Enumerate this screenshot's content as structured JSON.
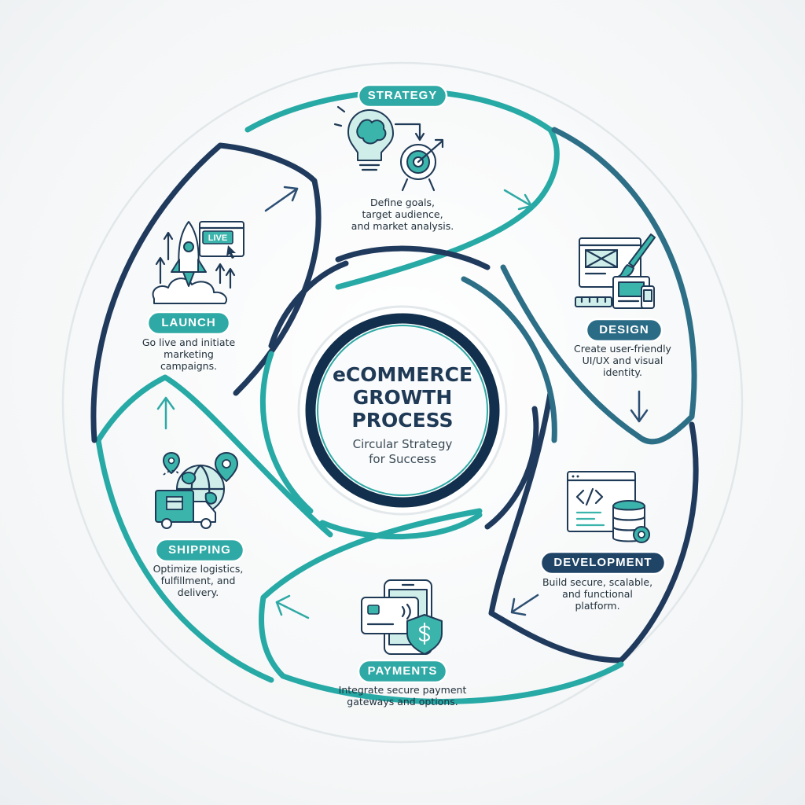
{
  "center": {
    "title_lines": [
      "eCOMMERCE",
      "GROWTH",
      "PROCESS"
    ],
    "subtitle_lines": [
      "Circular Strategy",
      "for Success"
    ]
  },
  "colors": {
    "teal": "#27a9a5",
    "navy": "#1f3a5c",
    "mid_blue": "#2c6f86",
    "badge_teal": "#2fa9a5",
    "badge_navy": "#1f4466"
  },
  "stages": [
    {
      "id": "strategy",
      "label": "STRATEGY",
      "description": [
        "Define goals,",
        "target audience,",
        "and market analysis."
      ],
      "icon": "lightbulb-target-icon",
      "badge_color": "#2fa9a5"
    },
    {
      "id": "design",
      "label": "DESIGN",
      "description": [
        "Create user-friendly",
        "UI/UX and visual",
        "identity."
      ],
      "icon": "design-devices-icon",
      "badge_color": "#2a6b85"
    },
    {
      "id": "development",
      "label": "DEVELOPMENT",
      "description": [
        "Build secure, scalable,",
        "and functional",
        "platform."
      ],
      "icon": "code-database-icon",
      "badge_color": "#1f4466"
    },
    {
      "id": "payments",
      "label": "PAYMENTS",
      "description": [
        "Integrate secure payment",
        "gateways and options."
      ],
      "icon": "phone-card-shield-icon",
      "badge_color": "#2fa9a5"
    },
    {
      "id": "shipping",
      "label": "SHIPPING",
      "description": [
        "Optimize logistics,",
        "fulfillment, and",
        "delivery."
      ],
      "icon": "truck-globe-icon",
      "badge_color": "#2fa9a5"
    },
    {
      "id": "launch",
      "label": "LAUNCH",
      "description": [
        "Go live and initiate",
        "marketing",
        "campaigns."
      ],
      "icon": "rocket-live-icon",
      "badge_color": "#2fa9a5",
      "icon_text": "LIVE"
    }
  ]
}
